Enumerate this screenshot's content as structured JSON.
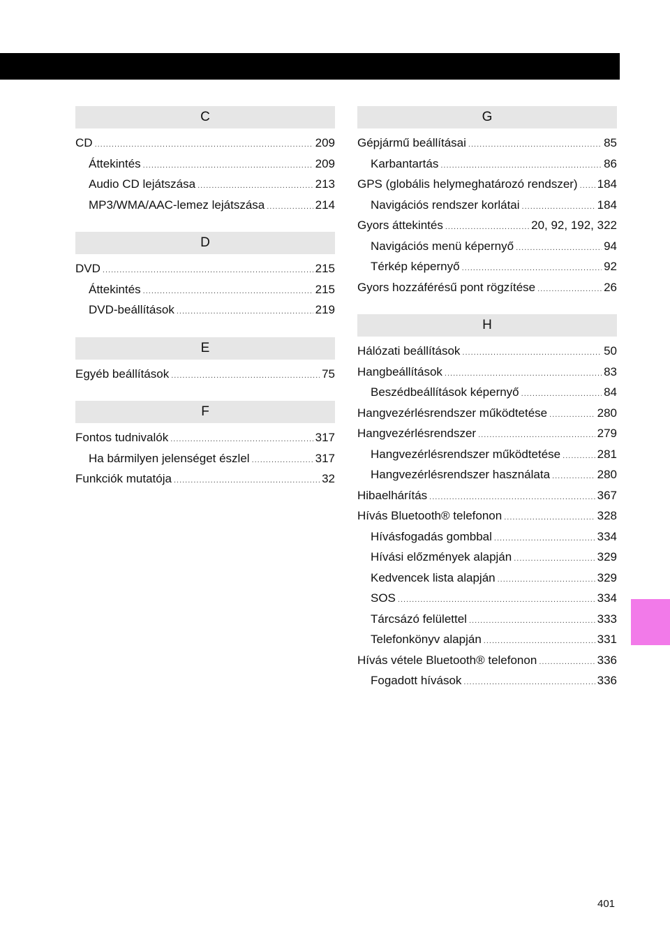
{
  "colors": {
    "top_bar": "#000000",
    "side_tab": "#f27ae9",
    "section_header_bg": "#e6e6e6"
  },
  "left_column": [
    {
      "letter": "C",
      "entries": [
        {
          "label": "CD",
          "page": "209",
          "level": 0
        },
        {
          "label": "Áttekintés",
          "page": "209",
          "level": 1
        },
        {
          "label": "Audio CD lejátszása",
          "page": "213",
          "level": 1
        },
        {
          "label": "MP3/WMA/AAC-lemez lejátszása",
          "page": "214",
          "level": 1
        }
      ]
    },
    {
      "letter": "D",
      "entries": [
        {
          "label": "DVD",
          "page": "215",
          "level": 0
        },
        {
          "label": "Áttekintés",
          "page": "215",
          "level": 1
        },
        {
          "label": "DVD-beállítások",
          "page": "219",
          "level": 1
        }
      ]
    },
    {
      "letter": "E",
      "entries": [
        {
          "label": "Egyéb beállítások",
          "page": "75",
          "level": 0
        }
      ]
    },
    {
      "letter": "F",
      "entries": [
        {
          "label": "Fontos tudnivalók",
          "page": "317",
          "level": 0
        },
        {
          "label": "Ha bármilyen jelenséget észlel",
          "page": "317",
          "level": 1
        },
        {
          "label": "Funkciók mutatója",
          "page": "32",
          "level": 0
        }
      ]
    }
  ],
  "right_column": [
    {
      "letter": "G",
      "entries": [
        {
          "label": "Gépjármű beállításai",
          "page": "85",
          "level": 0
        },
        {
          "label": "Karbantartás",
          "page": "86",
          "level": 1
        },
        {
          "label": "GPS (globális helymeghatározó rendszer)",
          "page": "184",
          "level": 0
        },
        {
          "label": "Navigációs rendszer korlátai",
          "page": "184",
          "level": 1
        },
        {
          "label": "Gyors áttekintés",
          "page": "20, 92, 192, 322",
          "level": 0
        },
        {
          "label": "Navigációs menü képernyő",
          "page": "94",
          "level": 1
        },
        {
          "label": "Térkép képernyő",
          "page": "92",
          "level": 1
        },
        {
          "label": "Gyors hozzáférésű pont rögzítése",
          "page": "26",
          "level": 0
        }
      ]
    },
    {
      "letter": "H",
      "entries": [
        {
          "label": "Hálózati beállítások",
          "page": "50",
          "level": 0
        },
        {
          "label": "Hangbeállítások",
          "page": "83",
          "level": 0
        },
        {
          "label": "Beszédbeállítások képernyő",
          "page": "84",
          "level": 1
        },
        {
          "label": "Hangvezérlésrendszer működtetése",
          "page": "280",
          "level": 0
        },
        {
          "label": "Hangvezérlésrendszer",
          "page": "279",
          "level": 0
        },
        {
          "label": "Hangvezérlésrendszer működtetése",
          "page": "281",
          "level": 1
        },
        {
          "label": "Hangvezérlésrendszer használata",
          "page": "280",
          "level": 1
        },
        {
          "label": "Hibaelhárítás",
          "page": "367",
          "level": 0
        },
        {
          "label": "Hívás Bluetooth® telefonon",
          "page": "328",
          "level": 0
        },
        {
          "label": "Hívásfogadás gombbal",
          "page": "334",
          "level": 1
        },
        {
          "label": "Hívási előzmények alapján",
          "page": "329",
          "level": 1
        },
        {
          "label": "Kedvencek lista alapján",
          "page": "329",
          "level": 1
        },
        {
          "label": "SOS",
          "page": "334",
          "level": 1
        },
        {
          "label": "Tárcsázó felülettel",
          "page": "333",
          "level": 1
        },
        {
          "label": "Telefonkönyv alapján",
          "page": "331",
          "level": 1
        },
        {
          "label": "Hívás vétele Bluetooth® telefonon",
          "page": "336",
          "level": 0
        },
        {
          "label": "Fogadott hívások",
          "page": "336",
          "level": 1
        }
      ]
    }
  ],
  "page_number": "401"
}
